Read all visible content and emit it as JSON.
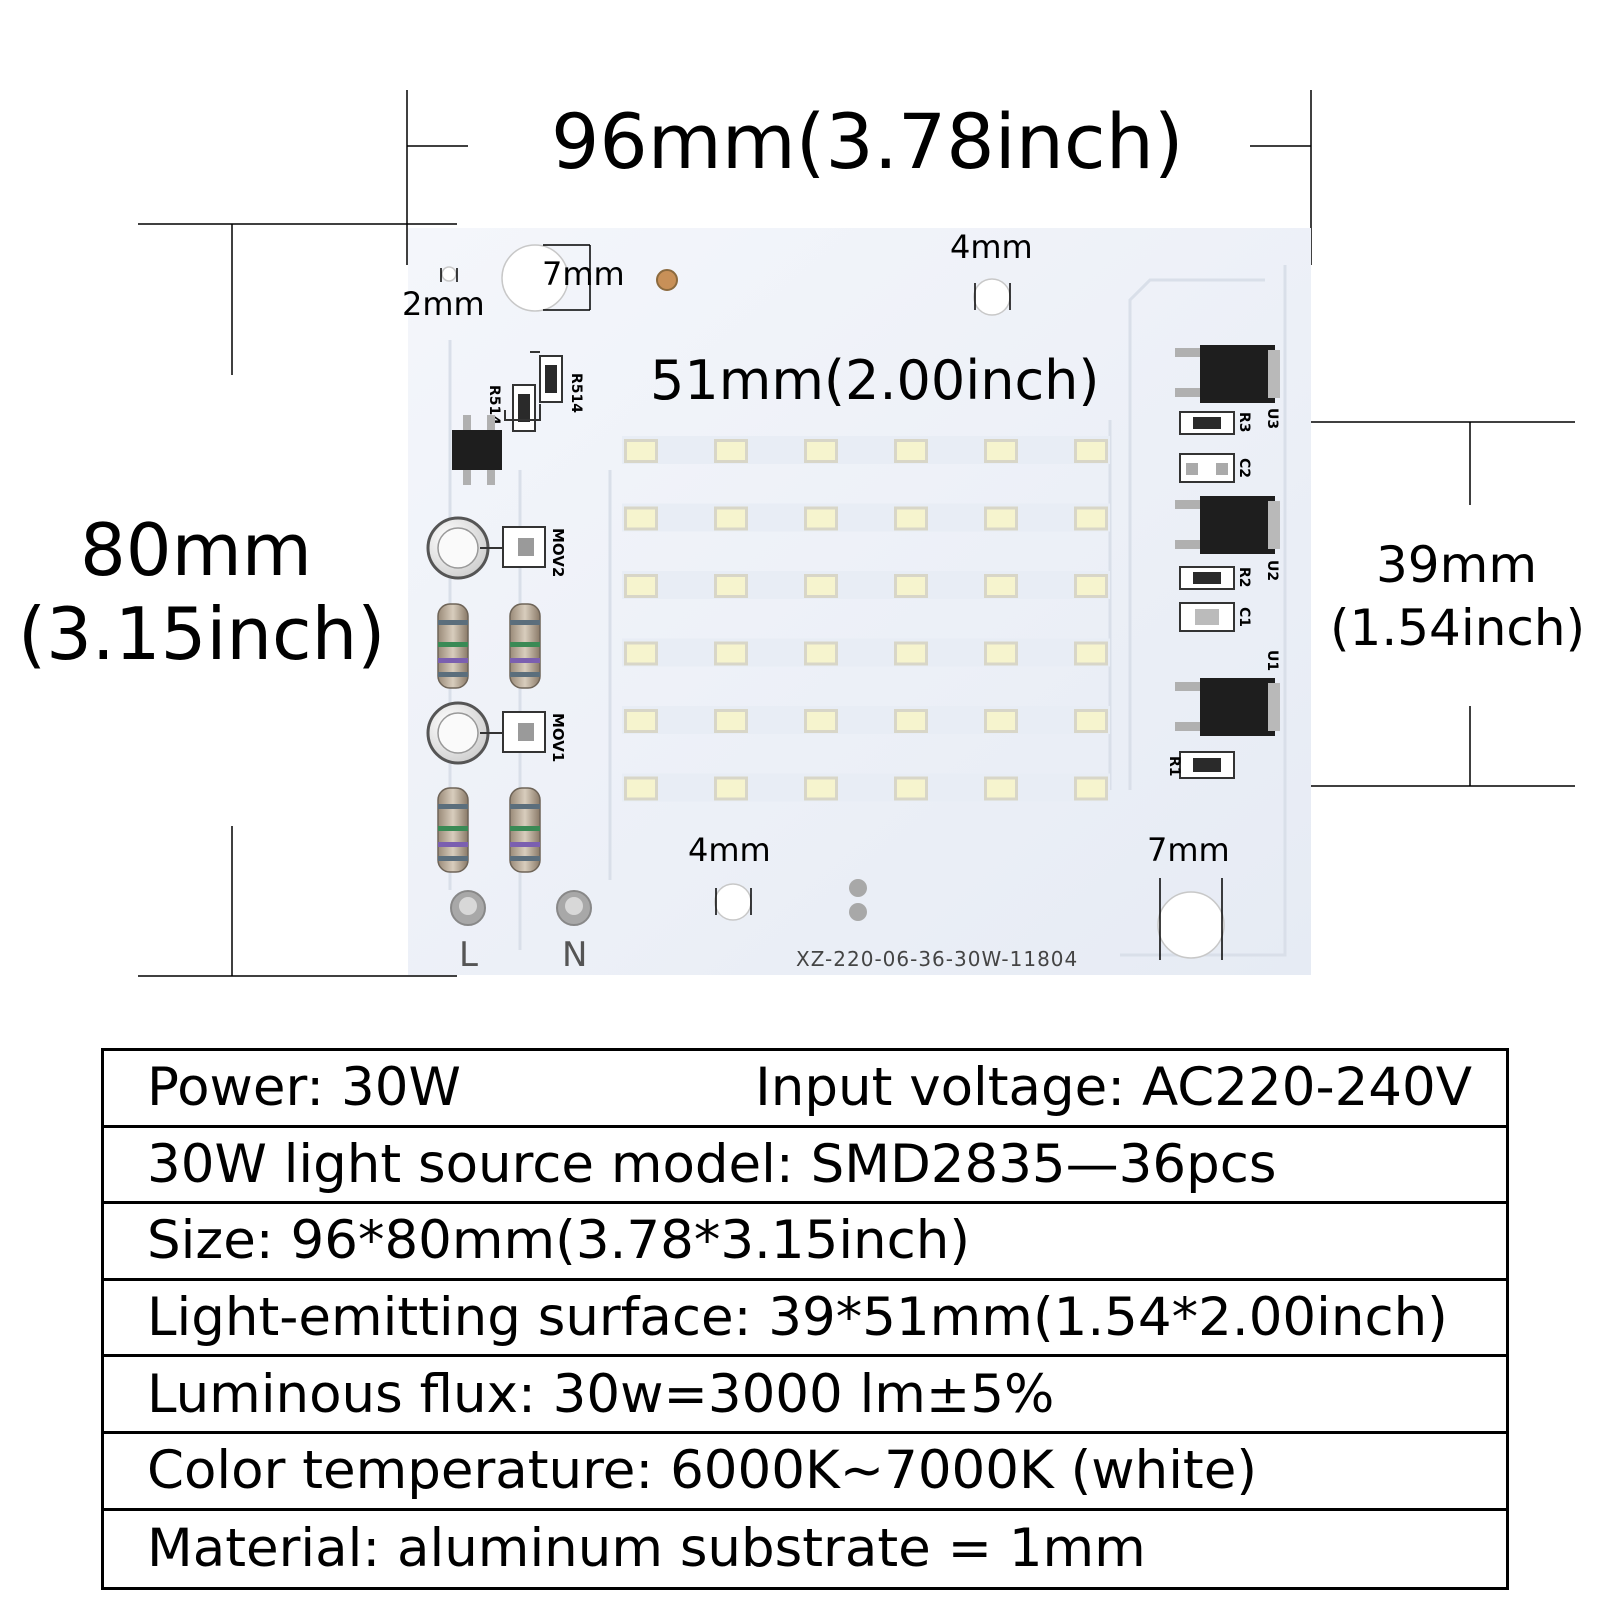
{
  "dimensions": {
    "width_top": "96mm(3.78inch)",
    "height_left_line1": "80mm",
    "height_left_line2": "(3.15inch)",
    "led_width": "51mm(2.00inch)",
    "led_height_line1": "39mm",
    "led_height_line2": "(1.54inch)",
    "hole_small": "2mm",
    "hole_top_left": "7mm",
    "hole_top_center": "4mm",
    "hole_bottom_left": "4mm",
    "hole_bottom_right": "7mm"
  },
  "board": {
    "model_code": "XZ-220-06-36-30W-11804",
    "terminal_l": "L",
    "terminal_n": "N",
    "led_rows": 6,
    "led_cols": 6,
    "labels": {
      "r514": "R514",
      "r514b": "R514",
      "mov2": "MOV2",
      "mov1": "MOV1",
      "u3": "U3",
      "r3": "R3",
      "c2": "C2",
      "u2": "U2",
      "r2": "R2",
      "c1": "C1",
      "u1": "U1",
      "r1": "R1"
    },
    "colors": {
      "board": "#eef2f8",
      "led": "#f6f4ce",
      "led_frame": "#d8d6c8",
      "ic": "#222222",
      "pad": "#b9b9b9"
    }
  },
  "specs": [
    {
      "left": "Power: 30W",
      "right": "Input voltage: AC220-240V"
    },
    {
      "left": "30W light source model: SMD2835—36pcs",
      "right": ""
    },
    {
      "left": "Size: 96*80mm(3.78*3.15inch)",
      "right": ""
    },
    {
      "left": "Light-emitting surface: 39*51mm(1.54*2.00inch)",
      "right": ""
    },
    {
      "left": "Luminous flux: 30w=3000 lm±5%",
      "right": ""
    },
    {
      "left": "Color temperature: 6000K~7000K (white)",
      "right": ""
    },
    {
      "left": "Material: aluminum substrate = 1mm",
      "right": ""
    }
  ]
}
